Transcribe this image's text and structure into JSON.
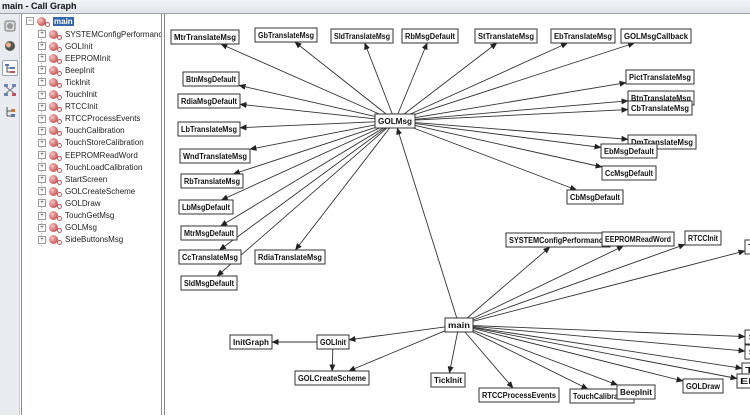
{
  "window": {
    "title": "main - Call Graph"
  },
  "toolbar": {
    "tools": [
      {
        "name": "caller-view-icon",
        "active": false
      },
      {
        "name": "callee-view-icon",
        "active": false
      },
      {
        "name": "tree-view-icon",
        "active": true
      },
      {
        "name": "graph-view-icon",
        "active": false
      },
      {
        "name": "hierarchy-view-icon",
        "active": false
      }
    ]
  },
  "tree": {
    "root": "main",
    "children": [
      "SYSTEMConfigPerformance",
      "GOLInit",
      "EEPROMInit",
      "BeepInit",
      "TickInit",
      "TouchInit",
      "RTCCInit",
      "RTCCProcessEvents",
      "TouchCalibration",
      "TouchStoreCalibration",
      "EEPROMReadWord",
      "TouchLoadCalibration",
      "StartScreen",
      "GOLCreateScheme",
      "GOLDraw",
      "TouchGetMsg",
      "GOLMsg",
      "SideButtonsMsg"
    ]
  },
  "graph": {
    "nodes": [
      {
        "id": "GOLMsg",
        "label": "GOLMsg"
      },
      {
        "id": "MtrTranslateMsg",
        "label": "MtrTranslateMsg"
      },
      {
        "id": "GbTranslateMsg",
        "label": "GbTranslateMsg"
      },
      {
        "id": "SldTranslateMsg",
        "label": "SldTranslateMsg"
      },
      {
        "id": "RbMsgDefault",
        "label": "RbMsgDefault"
      },
      {
        "id": "StTranslateMsg",
        "label": "StTranslateMsg"
      },
      {
        "id": "EbTranslateMsg",
        "label": "EbTranslateMsg"
      },
      {
        "id": "GOLMsgCallback",
        "label": "GOLMsgCallback"
      },
      {
        "id": "BtnMsgDefault",
        "label": "BtnMsgDefault"
      },
      {
        "id": "PictTranslateMsg",
        "label": "PictTranslateMsg"
      },
      {
        "id": "BtnTranslateMsg",
        "label": "BtnTranslateMsg"
      },
      {
        "id": "RdiaMsgDefault",
        "label": "RdiaMsgDefault"
      },
      {
        "id": "CbTranslateMsg",
        "label": "CbTranslateMsg"
      },
      {
        "id": "LbTranslateMsg",
        "label": "LbTranslateMsg"
      },
      {
        "id": "DmTranslateMsg",
        "label": "DmTranslateMsg"
      },
      {
        "id": "WndTranslateMsg",
        "label": "WndTranslateMsg"
      },
      {
        "id": "EbMsgDefault",
        "label": "EbMsgDefault"
      },
      {
        "id": "RbTranslateMsg",
        "label": "RbTranslateMsg"
      },
      {
        "id": "CcMsgDefault",
        "label": "CcMsgDefault"
      },
      {
        "id": "LbMsgDefault",
        "label": "LbMsgDefault"
      },
      {
        "id": "CbMsgDefault",
        "label": "CbMsgDefault"
      },
      {
        "id": "MtrMsgDefault",
        "label": "MtrMsgDefault"
      },
      {
        "id": "CcTranslateMsg",
        "label": "CcTranslateMsg"
      },
      {
        "id": "RdiaTranslateMsg",
        "label": "RdiaTranslateMsg"
      },
      {
        "id": "SldMsgDefault",
        "label": "SldMsgDefault"
      },
      {
        "id": "main",
        "label": "main"
      },
      {
        "id": "SYSTEMConfigPerformance",
        "label": "SYSTEMConfigPerformance"
      },
      {
        "id": "EEPROMReadWord",
        "label": "EEPROMReadWord"
      },
      {
        "id": "RTCCInit",
        "label": "RTCCInit"
      },
      {
        "id": "TouchInit",
        "label": "Touc"
      },
      {
        "id": "InitGraph",
        "label": "InitGraph"
      },
      {
        "id": "GOLInit",
        "label": "GOLInit"
      },
      {
        "id": "GOLCreateScheme",
        "label": "GOLCreateScheme"
      },
      {
        "id": "TickInit",
        "label": "TickInit"
      },
      {
        "id": "RTCCProcessEvents",
        "label": "RTCCProcessEvents"
      },
      {
        "id": "TouchCalibration",
        "label": "TouchCalibration"
      },
      {
        "id": "BeepInit",
        "label": "BeepInit"
      },
      {
        "id": "GOLDraw",
        "label": "GOLDraw"
      },
      {
        "id": "StartScreen",
        "label": "S"
      },
      {
        "id": "SideButtonsMsg",
        "label": "S"
      },
      {
        "id": "TouchGetMsg",
        "label": "Te"
      },
      {
        "id": "EEPROMInit",
        "label": "EEI"
      }
    ],
    "edges": [
      [
        "GOLMsg",
        "MtrTranslateMsg"
      ],
      [
        "GOLMsg",
        "GbTranslateMsg"
      ],
      [
        "GOLMsg",
        "SldTranslateMsg"
      ],
      [
        "GOLMsg",
        "RbMsgDefault"
      ],
      [
        "GOLMsg",
        "StTranslateMsg"
      ],
      [
        "GOLMsg",
        "EbTranslateMsg"
      ],
      [
        "GOLMsg",
        "GOLMsgCallback"
      ],
      [
        "GOLMsg",
        "BtnMsgDefault"
      ],
      [
        "GOLMsg",
        "PictTranslateMsg"
      ],
      [
        "GOLMsg",
        "BtnTranslateMsg"
      ],
      [
        "GOLMsg",
        "RdiaMsgDefault"
      ],
      [
        "GOLMsg",
        "CbTranslateMsg"
      ],
      [
        "GOLMsg",
        "LbTranslateMsg"
      ],
      [
        "GOLMsg",
        "DmTranslateMsg"
      ],
      [
        "GOLMsg",
        "WndTranslateMsg"
      ],
      [
        "GOLMsg",
        "EbMsgDefault"
      ],
      [
        "GOLMsg",
        "RbTranslateMsg"
      ],
      [
        "GOLMsg",
        "CcMsgDefault"
      ],
      [
        "GOLMsg",
        "LbMsgDefault"
      ],
      [
        "GOLMsg",
        "CbMsgDefault"
      ],
      [
        "GOLMsg",
        "MtrMsgDefault"
      ],
      [
        "GOLMsg",
        "CcTranslateMsg"
      ],
      [
        "GOLMsg",
        "RdiaTranslateMsg"
      ],
      [
        "GOLMsg",
        "SldMsgDefault"
      ],
      [
        "main",
        "GOLMsg"
      ],
      [
        "main",
        "SYSTEMConfigPerformance"
      ],
      [
        "main",
        "EEPROMReadWord"
      ],
      [
        "main",
        "RTCCInit"
      ],
      [
        "main",
        "TouchInit"
      ],
      [
        "main",
        "GOLInit"
      ],
      [
        "main",
        "GOLCreateScheme"
      ],
      [
        "main",
        "TickInit"
      ],
      [
        "main",
        "RTCCProcessEvents"
      ],
      [
        "main",
        "TouchCalibration"
      ],
      [
        "main",
        "BeepInit"
      ],
      [
        "main",
        "GOLDraw"
      ],
      [
        "main",
        "StartScreen"
      ],
      [
        "main",
        "SideButtonsMsg"
      ],
      [
        "main",
        "TouchGetMsg"
      ],
      [
        "main",
        "EEPROMInit"
      ],
      [
        "GOLInit",
        "InitGraph"
      ],
      [
        "GOLInit",
        "GOLCreateScheme"
      ]
    ]
  }
}
